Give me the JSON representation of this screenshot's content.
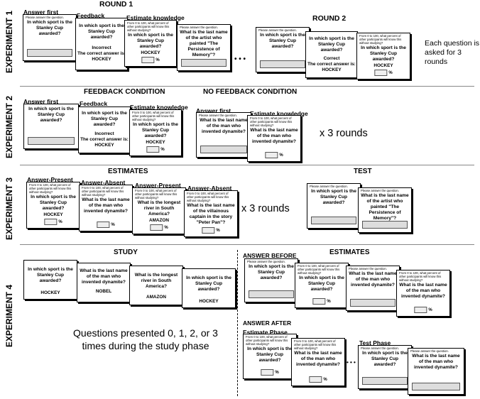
{
  "experiments": [
    "EXPERIMENT 1",
    "EXPERIMENT 2",
    "EXPERIMENT 3",
    "EXPERIMENT 4"
  ],
  "e1": {
    "round1": "ROUND 1",
    "round2": "ROUND 2",
    "labels": [
      "Answer first",
      "Feedback",
      "Estimate knowledge"
    ],
    "side_note": "Each question is asked for 3 rounds",
    "ellipsis": "• • •"
  },
  "e2": {
    "feedback_cond": "FEEDBACK CONDITION",
    "no_feedback_cond": "NO FEEDBACK CONDITION",
    "labels": [
      "Answer first",
      "Feedback",
      "Estimate knowledge",
      "Answer first",
      "Estimate knowledge"
    ],
    "rounds": "x 3 rounds"
  },
  "e3": {
    "estimates": "ESTIMATES",
    "test": "TEST",
    "labels": [
      "Answer-Present",
      "Answer-Absent",
      "Answer-Present",
      "Answer-Absent"
    ],
    "rounds": "x 3 rounds"
  },
  "e4": {
    "study": "STUDY",
    "estimates": "ESTIMATES",
    "answer_before": "ANSWER BEFORE",
    "answer_after": "ANSWER AFTER",
    "estimate_phase": "Estimate Phase",
    "test_phase": "Test Phase",
    "note": "Questions presented 0, 1, 2, or 3 times during the study phase",
    "ellipsis": "• • •"
  },
  "text": {
    "inst_answer": "Please answer the question.",
    "inst_est": "From 0 to 100, what percent of other participants will know this without studying?",
    "q_stanley": "In which sport is the Stanley Cup awarded?",
    "q_persistence": "What is the last name of the artist who painted \"The Persistence of Memory\"?",
    "q_dynamite": "What is the last name of the man who invented dynamite?",
    "q_river": "What is the longest river in South America?",
    "q_peterpan": "What is the last name of the villainous captain in the story \"Peter Pan\"?",
    "incorrect": "Incorrect",
    "correct": "Correct",
    "correct_answer_is": "The correct answer is:",
    "hockey": "HOCKEY",
    "amazon": "AMAZON",
    "nobel": "NOBEL",
    "percent": "%"
  }
}
